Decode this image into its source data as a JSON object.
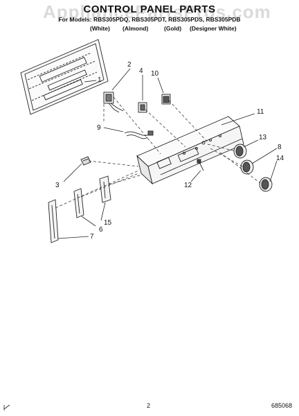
{
  "watermark": "AppliancePartsPros.com",
  "header": {
    "title": "CONTROL PANEL PARTS",
    "models": "For Models: RBS305PDQ, RBS305PDT, RBS305PDS, RBS305PDB",
    "colors": [
      "(White)",
      "(Almond)",
      "(Gold)",
      "(Designer White)"
    ]
  },
  "callouts": {
    "n1": "1",
    "n2": "2",
    "n3": "3",
    "n4": "4",
    "n6": "6",
    "n7": "7",
    "n8": "8",
    "n9": "9",
    "n10": "10",
    "n11": "11",
    "n12": "12",
    "n13": "13",
    "n14": "14",
    "n15": "15"
  },
  "footer": {
    "page": "2",
    "doc": "685068"
  }
}
